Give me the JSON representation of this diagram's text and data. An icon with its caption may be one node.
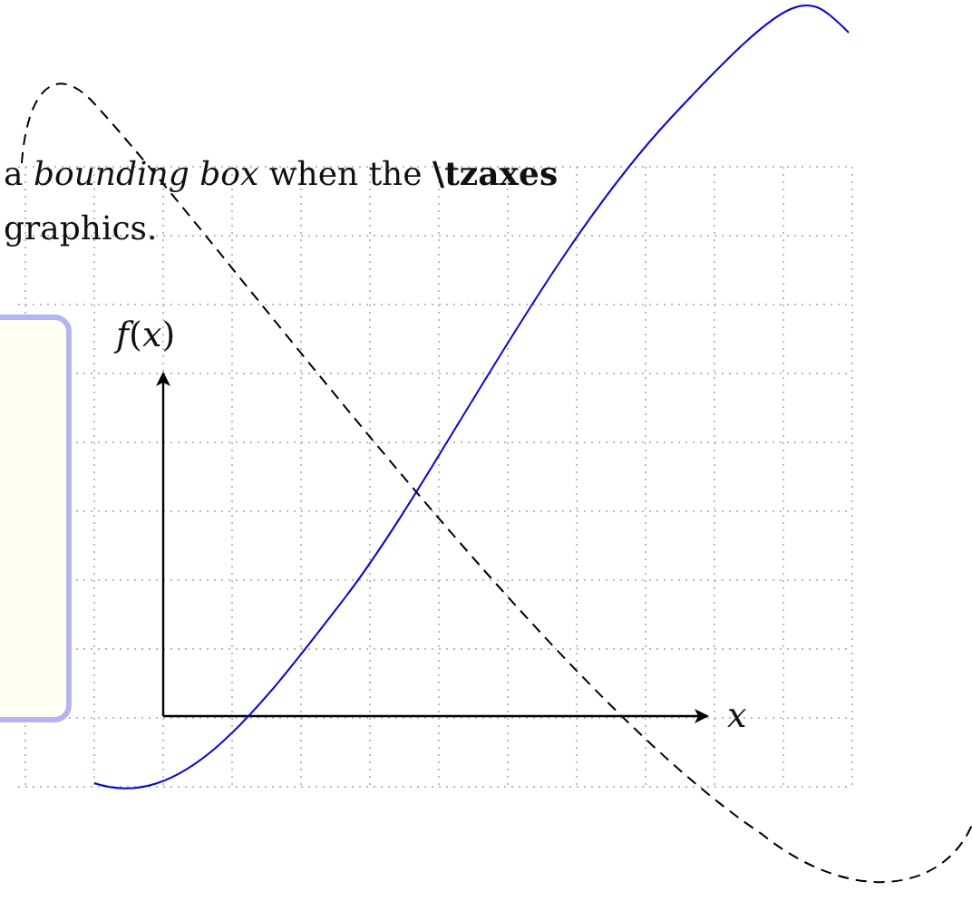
{
  "diagram": {
    "labels": [
      "a *bounding box* when the **\\tzaxes** graphics.",
      "*f*(*x*)",
      "*x*"
    ]
  }
}
